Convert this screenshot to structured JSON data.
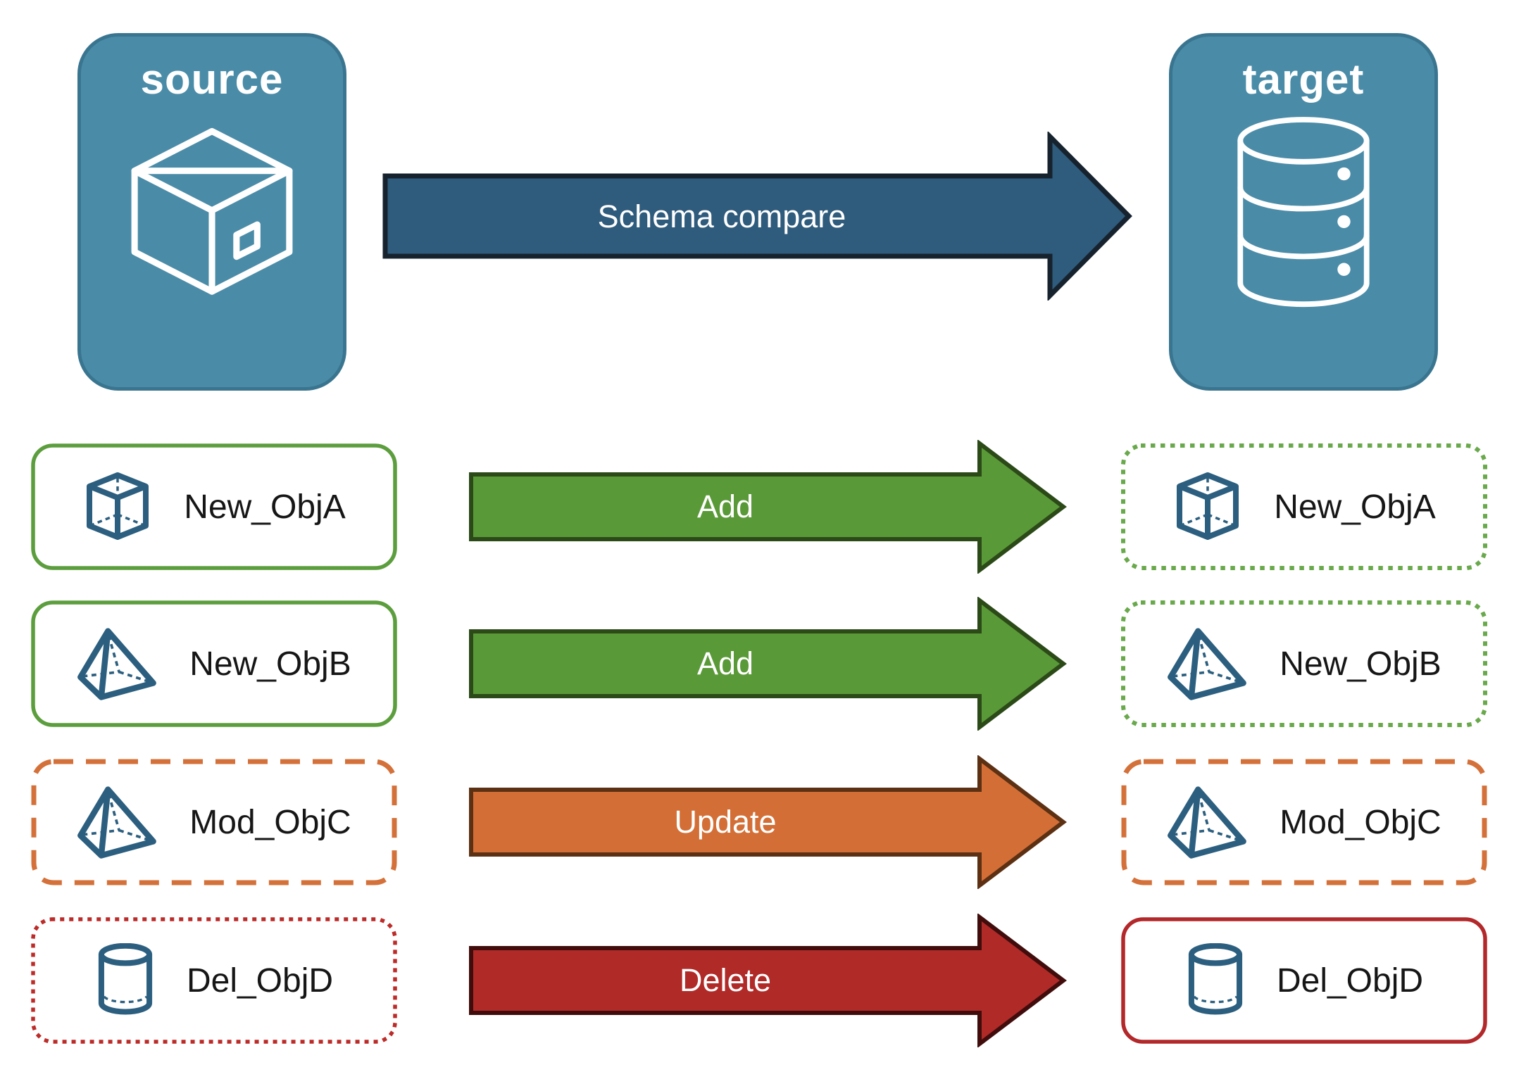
{
  "header": {
    "source": {
      "label": "source",
      "icon": "package-icon"
    },
    "target": {
      "label": "target",
      "icon": "database-icon"
    },
    "compare_arrow": {
      "label": "Schema compare",
      "fill": "#2F5B7C"
    }
  },
  "rows": [
    {
      "label": "New_ObjA",
      "action": "Add",
      "icon": "cube-icon",
      "change": "add",
      "arrow_fill": "#5A9938",
      "source_border": "solid-green",
      "target_border": "dotted-green"
    },
    {
      "label": "New_ObjB",
      "action": "Add",
      "icon": "pyramid-icon",
      "change": "add",
      "arrow_fill": "#5A9938",
      "source_border": "solid-green",
      "target_border": "dotted-green"
    },
    {
      "label": "Mod_ObjC",
      "action": "Update",
      "icon": "pyramid-icon",
      "change": "update",
      "arrow_fill": "#D36F36",
      "source_border": "dashed-orange",
      "target_border": "dashed-orange"
    },
    {
      "label": "Del_ObjD",
      "action": "Delete",
      "icon": "cylinder-icon",
      "change": "delete",
      "arrow_fill": "#B02A28",
      "source_border": "dotted-red",
      "target_border": "solid-red"
    }
  ],
  "colors": {
    "card_blue": "#4A8CA8",
    "card_border": "#3A7590",
    "compare_arrow_blue": "#2F5B7C",
    "add_green": "#5A9938",
    "update_orange": "#D36F36",
    "delete_red": "#B02A28",
    "border_green_solid": "#5C9E3D",
    "border_green_dotted": "#69A94B",
    "border_orange_dashed": "#D4713A",
    "border_red_dotted": "#BC2B28",
    "border_red_solid": "#B3282A",
    "icon_steel_blue": "#2C5F7F"
  }
}
